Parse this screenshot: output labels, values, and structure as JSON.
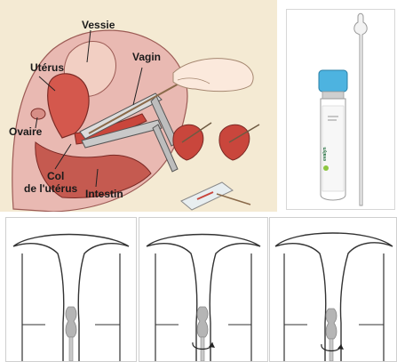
{
  "anatomy": {
    "labels": {
      "vessie": "Vessie",
      "uterus": "Utérus",
      "vagin": "Vagin",
      "ovaire": "Ovaire",
      "col": "Col",
      "col_sub": "de l'utérus",
      "intestin": "Intestin"
    }
  },
  "kit": {
    "tube_brand": "evalyn",
    "cap_color": "#4db3e0",
    "label_color": "#1d6b3a"
  },
  "steps": [
    {
      "rotation_arrow": false
    },
    {
      "rotation_arrow": true
    },
    {
      "rotation_arrow": true
    }
  ]
}
